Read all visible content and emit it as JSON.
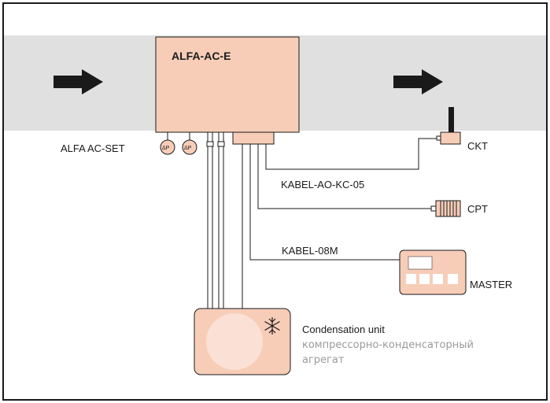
{
  "unit_name": "ALFA-AC-E",
  "pressure_set_label": "ALFA AC-SET",
  "pressure_sensor_symbol": "ΔP",
  "cable_1": "KABEL-AO-KC-05",
  "cable_2": "KABEL-08M",
  "sensor_ckt": "CKT",
  "sensor_cpt": "CPT",
  "master_label": "MASTER",
  "condensation_title": "Condensation unit",
  "condensation_sub_line1": "компрессорно-конденсаторный",
  "condensation_sub_line2": "агрегат",
  "colors": {
    "duct": "#dfe0df",
    "unit_fill": "#f7cdb8",
    "frame": "#1a1a1a",
    "secondary_text": "#9a9a9a"
  }
}
